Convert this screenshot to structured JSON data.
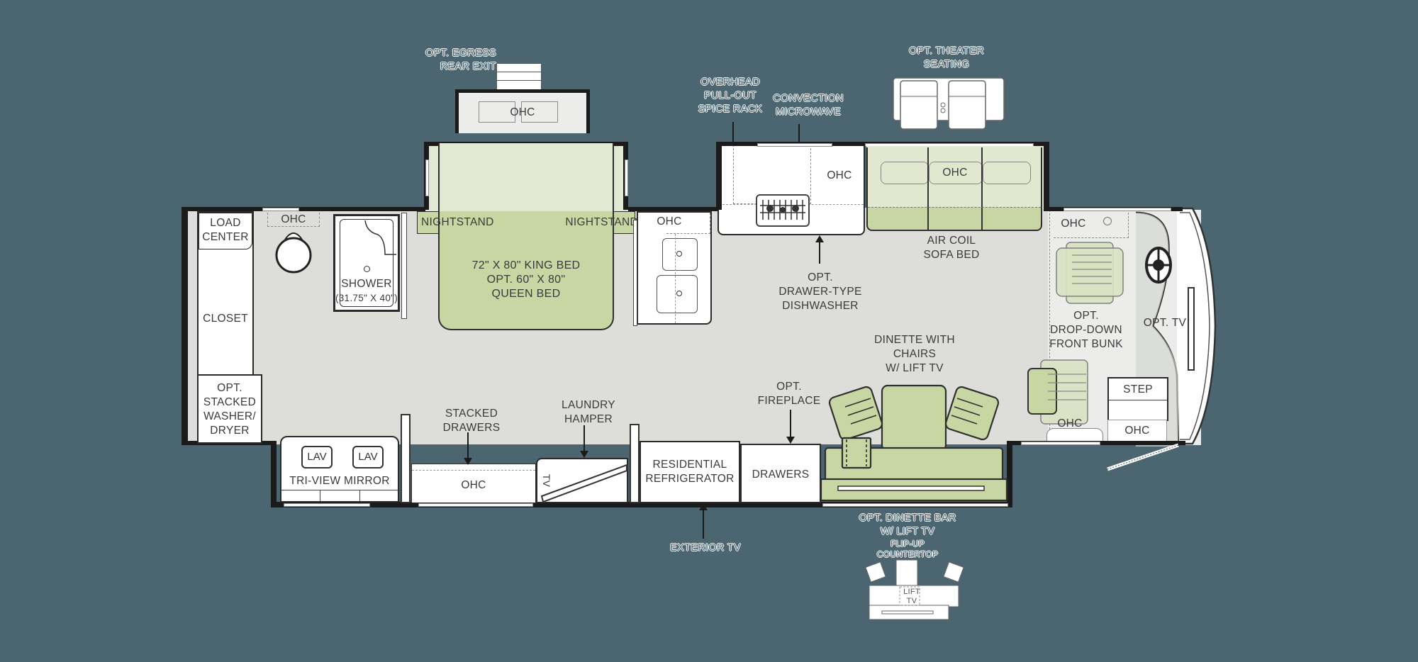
{
  "colors": {
    "background": "#4b6670",
    "floor": "#dddeda",
    "furniture_green": "#c7d6a3",
    "wall": "#1b1b1b",
    "cabinet_white": "#ffffff"
  },
  "exterior_labels": {
    "egress": "OPT. EGRESS\nREAR EXIT",
    "spice_rack": "OVERHEAD\nPULL-OUT\nSPICE RACK",
    "microwave": "CONVECTION\nMICROWAVE",
    "theater": "OPT. THEATER\nSEATING",
    "exterior_tv": "EXTERIOR TV",
    "dinette_bar": "OPT. DINETTE BAR\nW/ LIFT TV",
    "flip_up": "FLIP-UP\nCOUNTERTOP",
    "lift_tv": "LIFT\nTV"
  },
  "rooms": {
    "rear_slide_ohc": "OHC",
    "load_center": "LOAD\nCENTER",
    "closet": "CLOSET",
    "washer_dryer": "OPT.\nSTACKED\nWASHER/\nDRYER",
    "bath_ohc": "OHC",
    "shower": "SHOWER",
    "shower_size": "(31.75\" X 40\")",
    "bedroom_ohc": "OHC",
    "nightstand_left": "NIGHTSTAND",
    "nightstand_right": "NIGHTSTAND",
    "bed": "72\" X 80\" KING BED\nOPT. 60\" X 80\"\nQUEEN BED",
    "galley_ohc": "OHC",
    "kitchen_ohc": "OHC",
    "dishwasher": "OPT.\nDRAWER-TYPE\nDISHWASHER",
    "sofa_ohc": "OHC",
    "sofa": "AIR COIL\nSOFA BED",
    "cab_ohc_top": "OHC",
    "bunk": "OPT.\nDROP-DOWN\nFRONT BUNK",
    "opt_tv": "OPT. TV",
    "step": "STEP",
    "cab_ohc_bottom_left": "OHC",
    "cab_ohc_bottom_right": "OHC",
    "dinette": "DINETTE WITH\nCHAIRS\nW/ LIFT TV",
    "fireplace": "OPT.\nFIREPLACE",
    "drawers": "DRAWERS",
    "refrigerator": "RESIDENTIAL\nREFRIGERATOR",
    "laundry": "LAUNDRY\nHAMPER",
    "tv_small": "TV",
    "stacked_drawers": "STACKED\nDRAWERS",
    "wardrobe_ohc": "OHC",
    "lav1": "LAV",
    "lav2": "LAV",
    "mirror": "TRI-VIEW MIRROR"
  }
}
